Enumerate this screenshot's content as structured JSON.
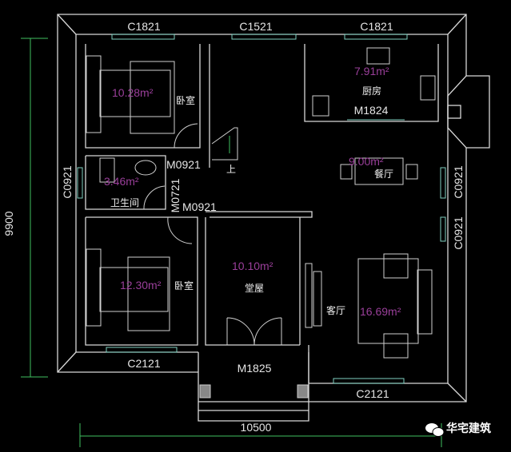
{
  "dimensions": {
    "height": "9900",
    "width": "10500"
  },
  "windows": {
    "top_left": "C1821",
    "top_middle": "C1521",
    "top_right": "C1821",
    "left": "C0921",
    "right_upper": "C0921",
    "right_lower": "C0921",
    "bottom_left": "C2121",
    "bottom_right": "C2121"
  },
  "doors": {
    "bedroom1": "M0921",
    "bathroom": "M0721",
    "bedroom2": "M0921",
    "kitchen": "M1824",
    "entrance": "M1825"
  },
  "rooms": {
    "bedroom1": {
      "name": "卧室",
      "area": "10.28m²"
    },
    "bathroom": {
      "name": "卫生间",
      "area": "3.46m²"
    },
    "bedroom2": {
      "name": "卧室",
      "area": "12.30m²"
    },
    "kitchen": {
      "name": "厨房",
      "area": "7.91m²"
    },
    "dining": {
      "name": "餐厅",
      "area": "9.00m²"
    },
    "hall": {
      "name": "堂屋",
      "area": "10.10m²"
    },
    "living": {
      "name": "客厅",
      "area": "16.69m²"
    }
  },
  "stairs_label": "上",
  "watermark": "华宅建筑"
}
